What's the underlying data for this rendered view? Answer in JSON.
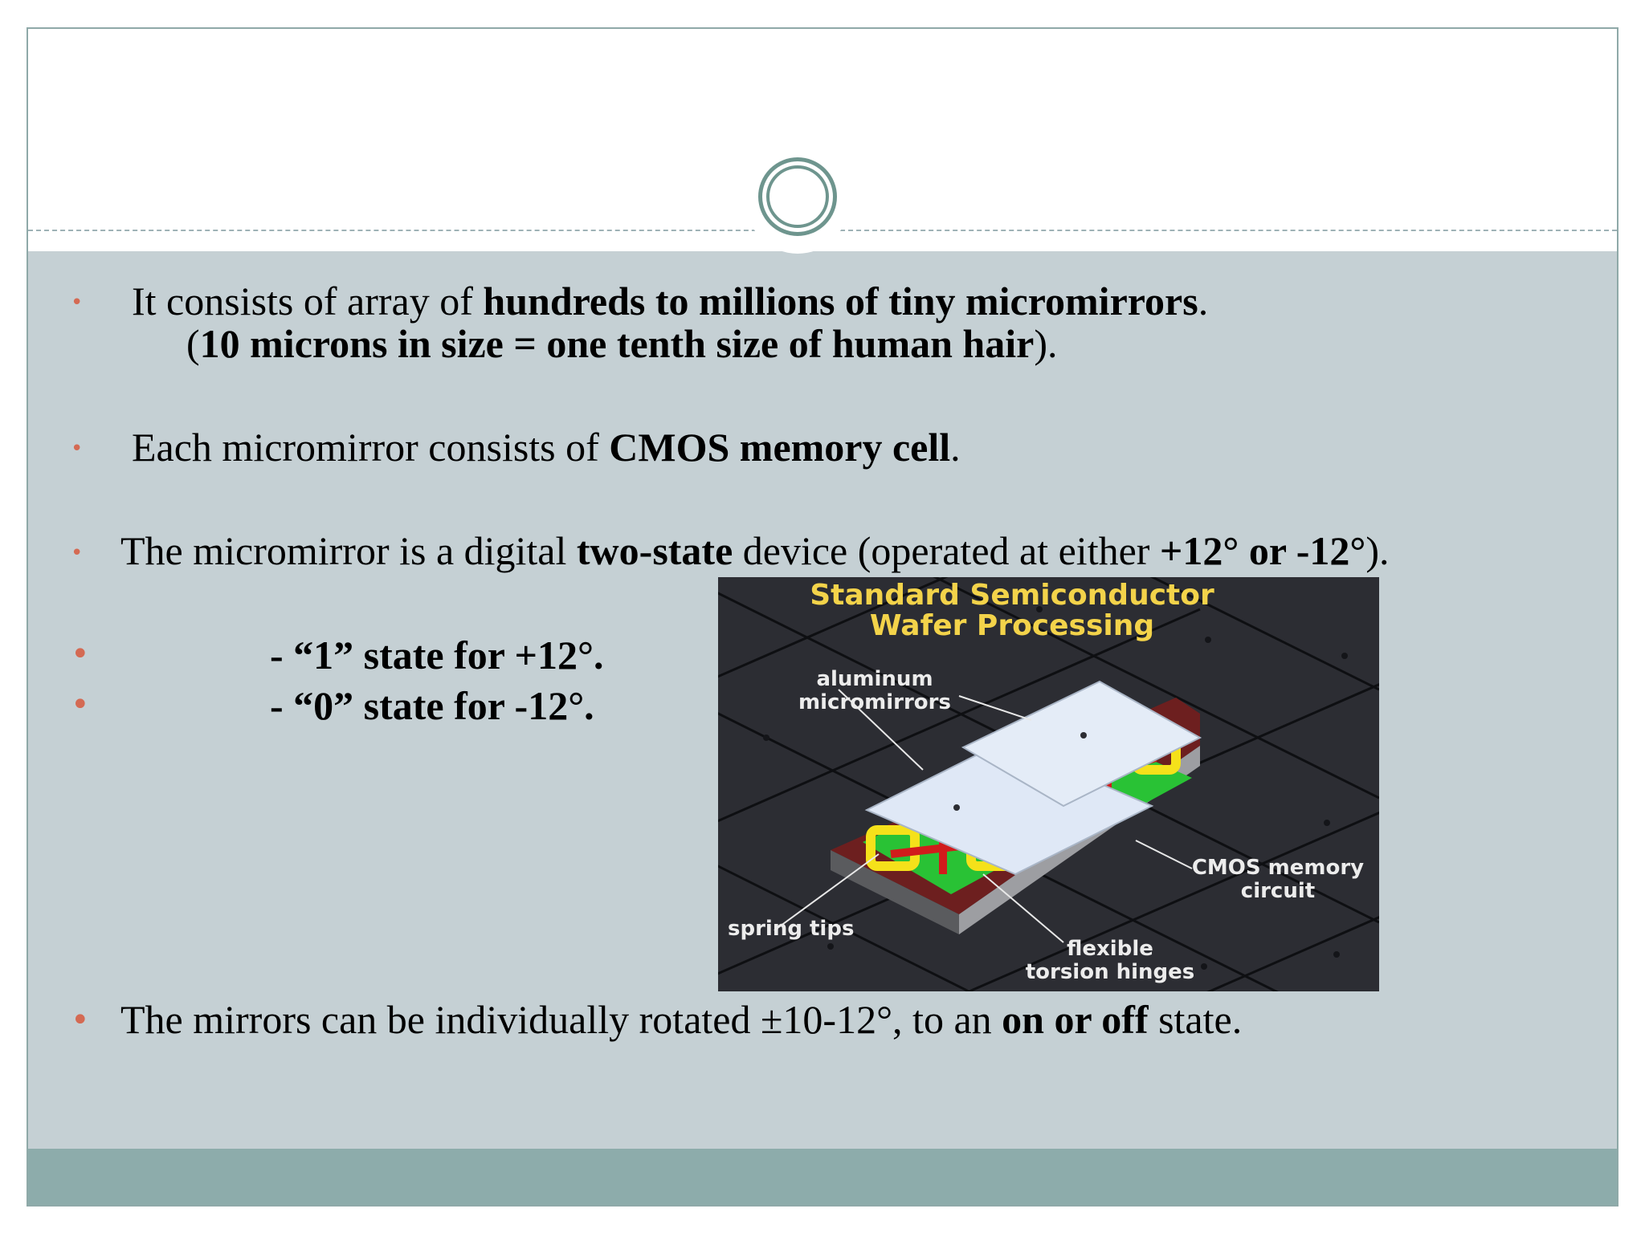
{
  "bullets": [
    {
      "line1": {
        "pre": "It consists of array of ",
        "bold": "hundreds to millions of tiny micromirrors",
        "post": "."
      },
      "line2": {
        "pre": "(",
        "bold": "10 microns in size = one tenth size of human hair",
        "post": ")."
      }
    },
    {
      "pre": "Each micromirror consists of ",
      "bold": "CMOS memory cell",
      "post": "."
    },
    {
      "pre": "The micromirror is a digital ",
      "bold1": "two-state",
      "mid": " device (operated at either ",
      "bold2": "+12° or -12°",
      "post": ")."
    },
    {
      "text": "- “1” state for +12°."
    },
    {
      "text": "- “0” state for -12°."
    },
    {
      "pre": "The mirrors can be individually rotated ±10-12°, to an ",
      "bold": "on or off",
      "post": " state."
    }
  ],
  "figure": {
    "title_line1": "Standard Semiconductor",
    "title_line2": "Wafer Processing",
    "label_mirrors_line1": "aluminum",
    "label_mirrors_line2": "micromirrors",
    "label_cmos_line1": "CMOS memory",
    "label_cmos_line2": "circuit",
    "label_spring": "spring tips",
    "label_hinges_line1": "flexible",
    "label_hinges_line2": "torsion hinges"
  },
  "colors": {
    "content_background": "#c5d0d4",
    "footer_band": "#8dacab",
    "bullet_accent": "#d46a53",
    "ring": "#6e958e"
  }
}
